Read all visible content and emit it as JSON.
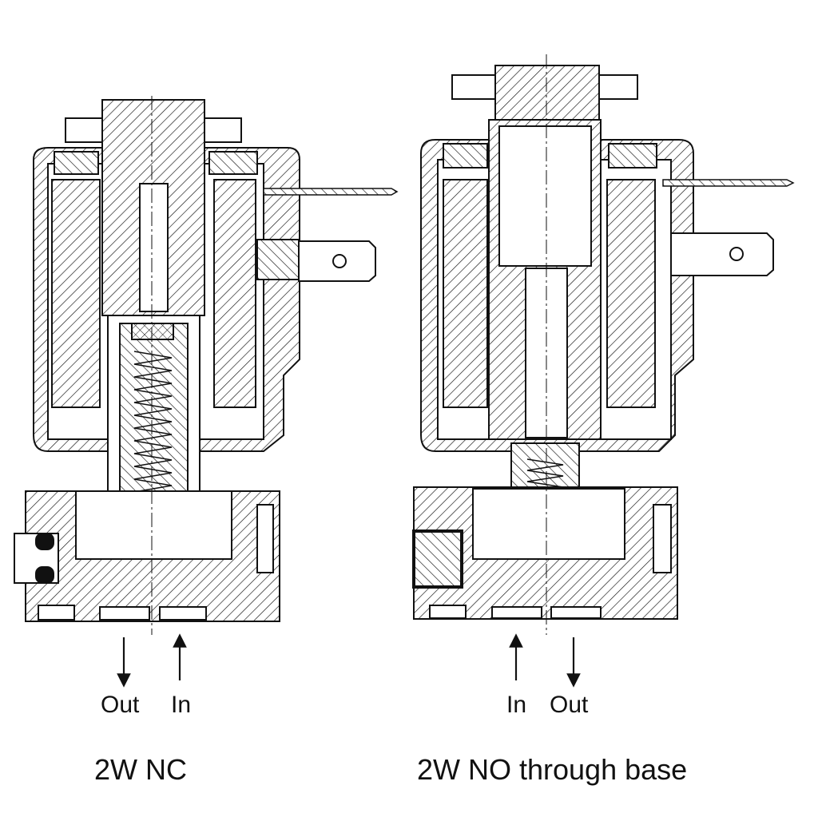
{
  "valves": [
    {
      "caption": "2W NC",
      "ports": [
        {
          "label": "Out",
          "flow": "down"
        },
        {
          "label": "In",
          "flow": "up"
        }
      ]
    },
    {
      "caption": "2W NO through base",
      "ports": [
        {
          "label": "In",
          "flow": "up"
        },
        {
          "label": "Out",
          "flow": "down"
        }
      ]
    }
  ],
  "colors": {
    "line": "#111111",
    "background": "#ffffff"
  }
}
